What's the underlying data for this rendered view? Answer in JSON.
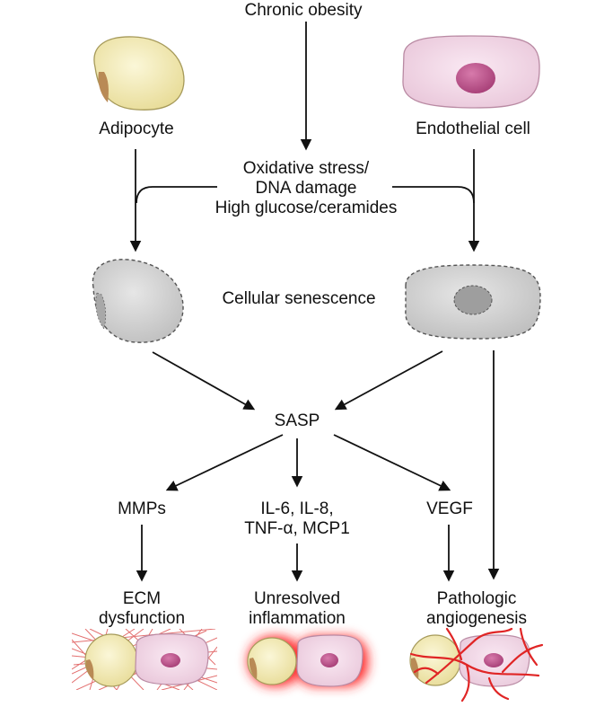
{
  "top": {
    "label": "Chronic obesity"
  },
  "cells": {
    "adipocyte": "Adipocyte",
    "endothelial": "Endothelial cell"
  },
  "stressors": {
    "line1": "Oxidative stress/",
    "line2": "DNA damage",
    "line3": "High glucose/ceramides"
  },
  "senescence": {
    "label": "Cellular senescence"
  },
  "sasp": {
    "label": "SASP"
  },
  "factors": {
    "mmps": "MMPs",
    "cytokines_line1": "IL-6, IL-8,",
    "cytokines_line2": "TNF-α, MCP1",
    "vegf": "VEGF"
  },
  "outcomes": {
    "ecm_line1": "ECM",
    "ecm_line2": "dysfunction",
    "inflam_line1": "Unresolved",
    "inflam_line2": "inflammation",
    "angio_line1": "Pathologic",
    "angio_line2": "angiogenesis"
  },
  "colors": {
    "adipocyte_fill": "#f3ebb6",
    "adipocyte_nucleus": "#b98a55",
    "endothelial_fill": "#f0d6e6",
    "endothelial_nucleus": "#c2578f",
    "senescent_fill": "#cfcfcf",
    "senescent_nucleus": "#9a9a9a",
    "ecm_fibers": "#e06060",
    "inflammation_glow": "#ff2a2a",
    "vessels": "#e02525",
    "arrow": "#111111"
  }
}
